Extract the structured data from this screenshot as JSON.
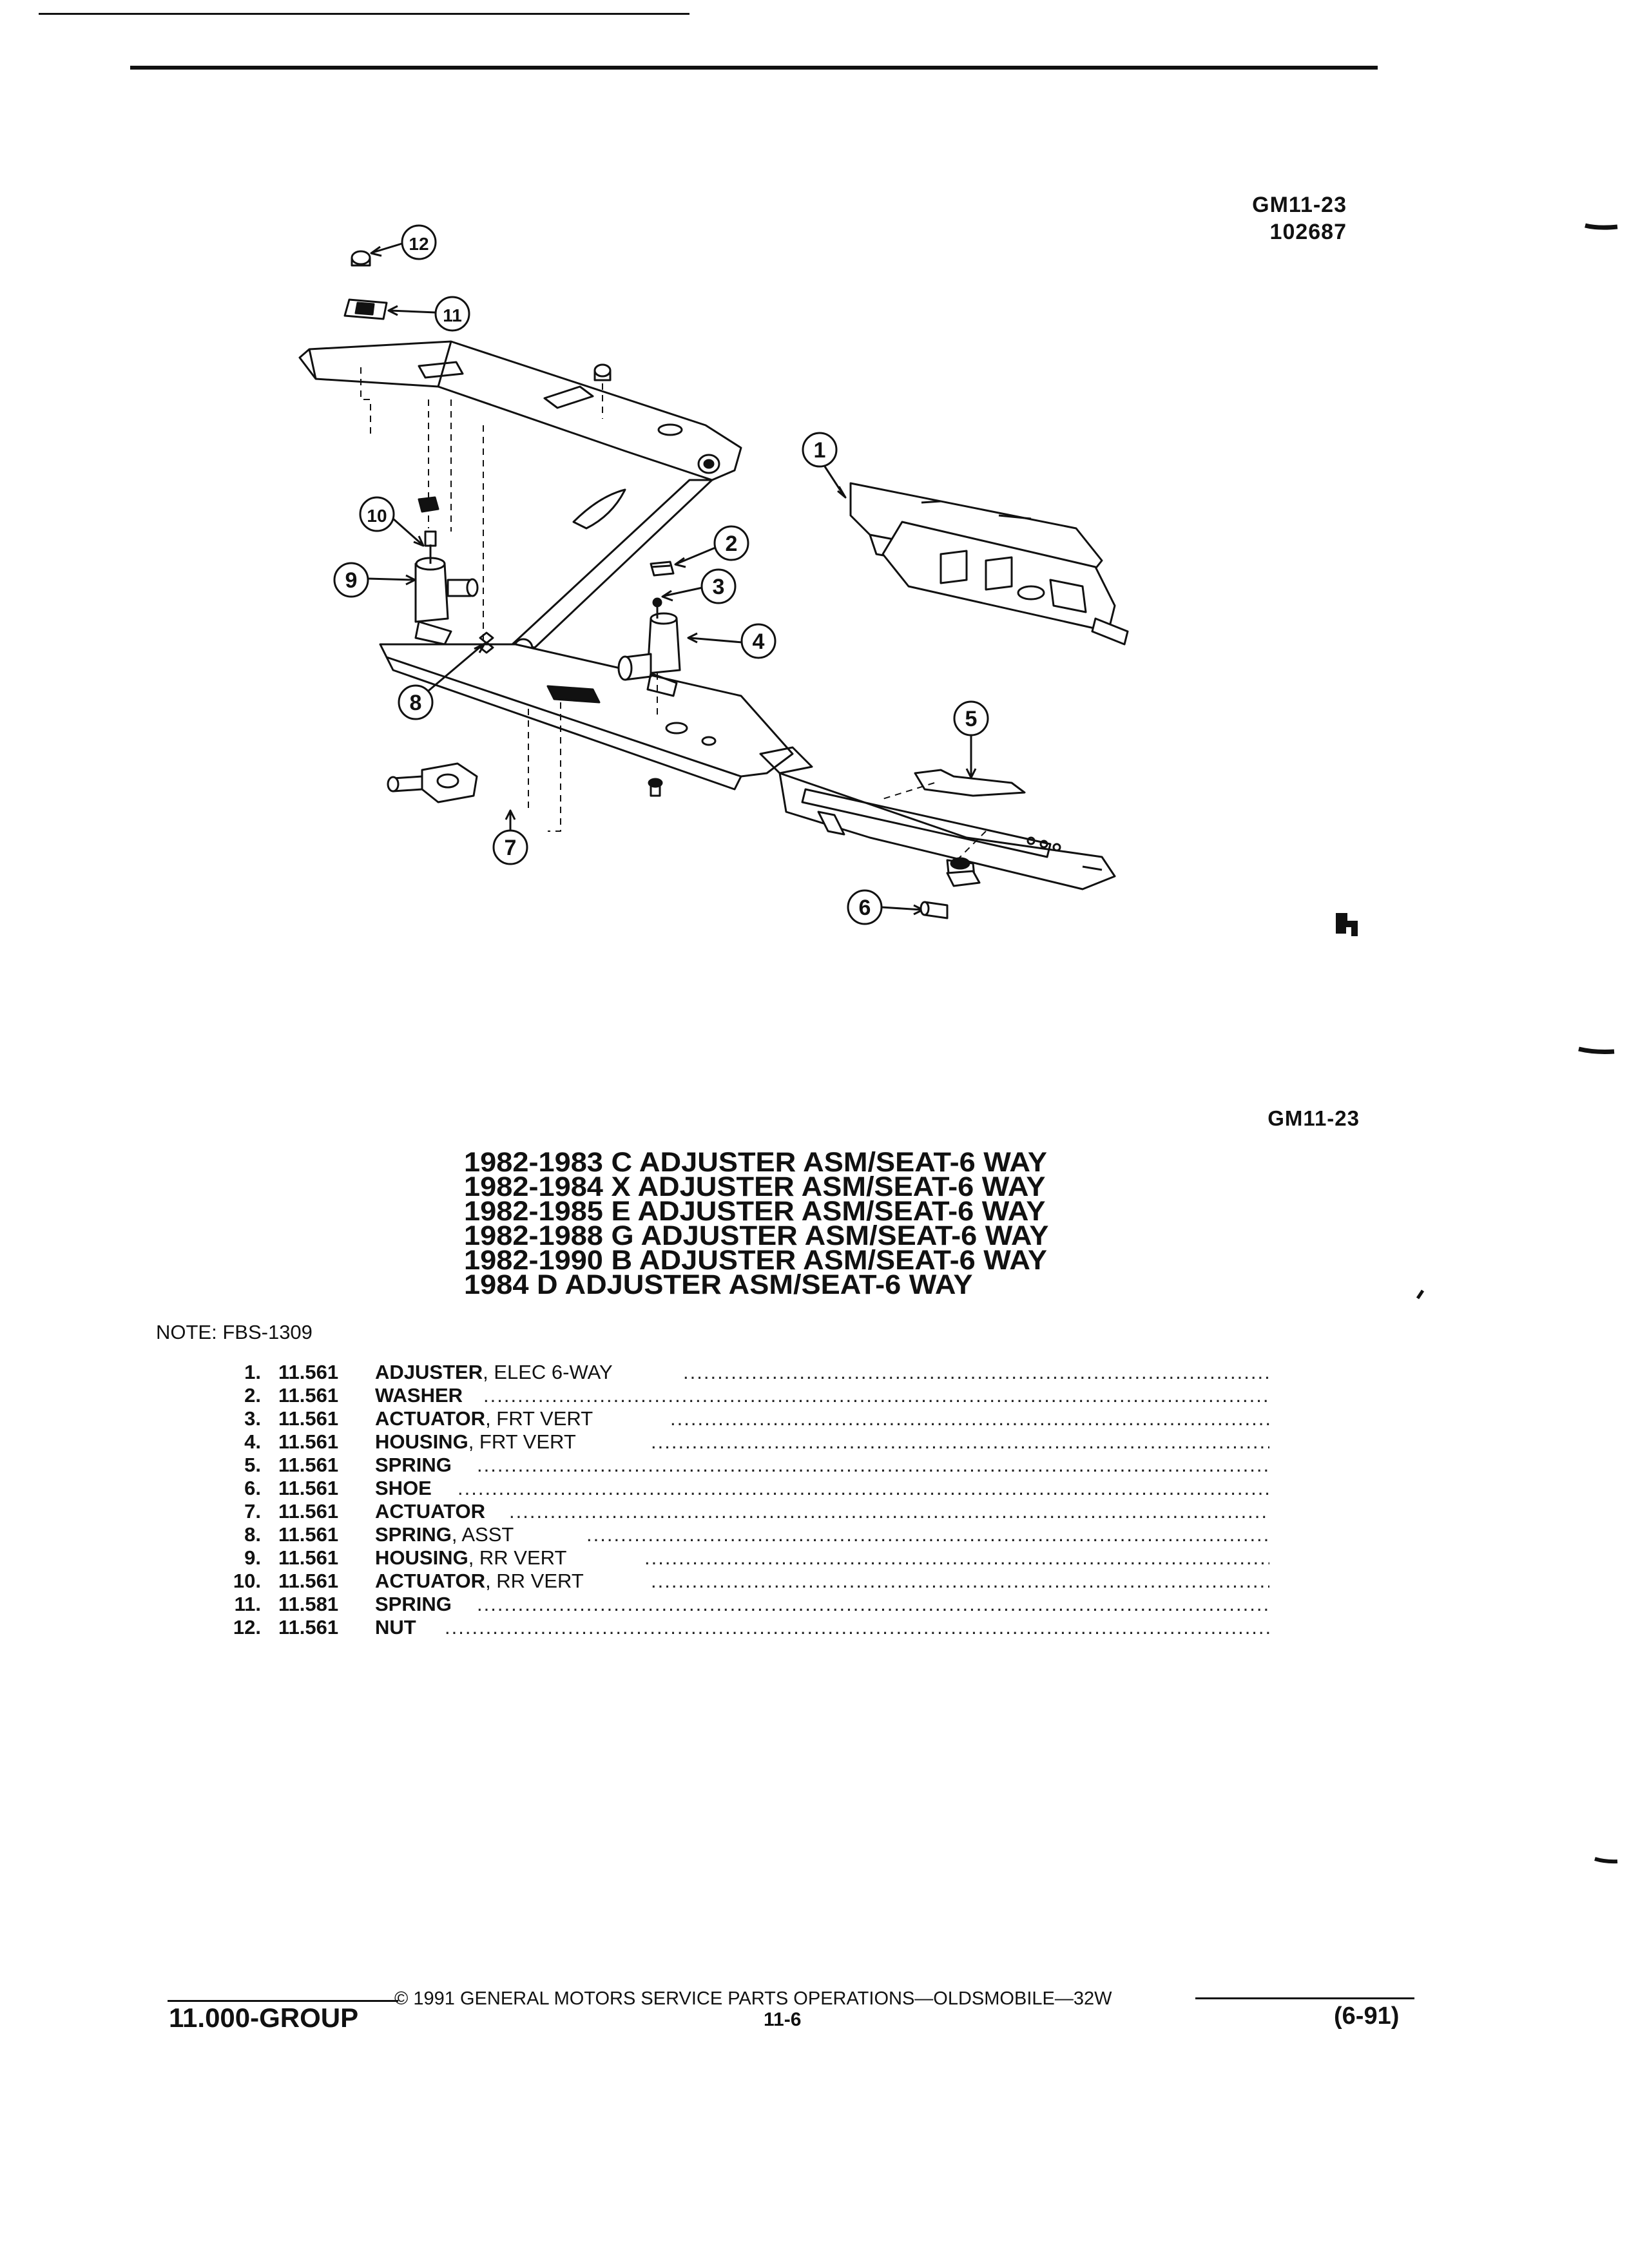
{
  "header": {
    "code": "GM11-23",
    "number": "102687"
  },
  "diagram": {
    "callouts": [
      "1",
      "2",
      "3",
      "4",
      "5",
      "6",
      "7",
      "8",
      "9",
      "10",
      "11",
      "12"
    ]
  },
  "section_code": "GM11-23",
  "title_lines": [
    "1982-1983 C ADJUSTER ASM/SEAT-6 WAY",
    "1982-1984 X ADJUSTER ASM/SEAT-6 WAY",
    "1982-1985 E ADJUSTER ASM/SEAT-6 WAY",
    "1982-1988 G ADJUSTER ASM/SEAT-6 WAY",
    "1982-1990 B ADJUSTER ASM/SEAT-6 WAY",
    "1984 D ADJUSTER ASM/SEAT-6 WAY"
  ],
  "note": "NOTE:  FBS-1309",
  "parts": [
    {
      "num": "1.",
      "group": "11.561",
      "name": "ADJUSTER",
      "qualifier": ", ELEC 6-WAY"
    },
    {
      "num": "2.",
      "group": "11.561",
      "name": "WASHER",
      "qualifier": ""
    },
    {
      "num": "3.",
      "group": "11.561",
      "name": "ACTUATOR",
      "qualifier": ", FRT VERT"
    },
    {
      "num": "4.",
      "group": "11.561",
      "name": "HOUSING",
      "qualifier": ", FRT VERT"
    },
    {
      "num": "5.",
      "group": "11.561",
      "name": "SPRING",
      "qualifier": ""
    },
    {
      "num": "6.",
      "group": "11.561",
      "name": "SHOE",
      "qualifier": ""
    },
    {
      "num": "7.",
      "group": "11.561",
      "name": "ACTUATOR",
      "qualifier": ""
    },
    {
      "num": "8.",
      "group": "11.561",
      "name": "SPRING",
      "qualifier": ", ASST"
    },
    {
      "num": "9.",
      "group": "11.561",
      "name": "HOUSING",
      "qualifier": ", RR VERT"
    },
    {
      "num": "10.",
      "group": "11.561",
      "name": "ACTUATOR",
      "qualifier": ", RR VERT"
    },
    {
      "num": "11.",
      "group": "11.581",
      "name": "SPRING",
      "qualifier": ""
    },
    {
      "num": "12.",
      "group": "11.561",
      "name": "NUT",
      "qualifier": ""
    }
  ],
  "footer": {
    "copyright": "©  1991  GENERAL MOTORS SERVICE PARTS OPERATIONS—OLDSMOBILE—32W",
    "group": "11.000-GROUP",
    "page": "11-6",
    "date": "(6-91)"
  }
}
